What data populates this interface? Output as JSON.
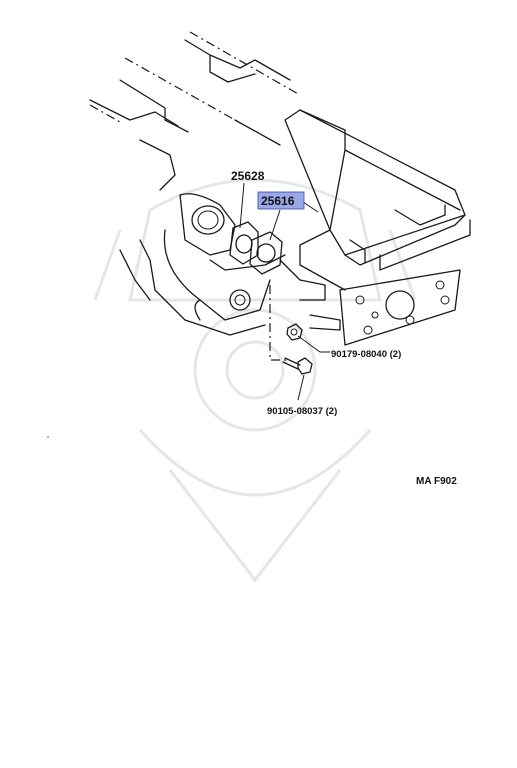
{
  "callouts": {
    "gasket_a": "25628",
    "gasket_b": "25616",
    "nut": "90179-08040 (2)",
    "bolt": "90105-08037 (2)"
  },
  "figure_code": "MA F902",
  "colors": {
    "highlight": "#9aa7e8",
    "line": "#1a1a1a",
    "watermark": "#e6e6e6"
  }
}
